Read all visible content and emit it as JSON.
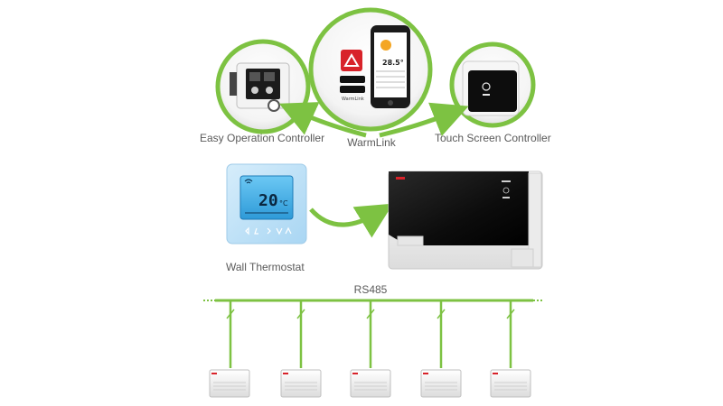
{
  "colors": {
    "green": "#7dc242",
    "green_dark": "#5ea82c",
    "lcd_blue": "#3fb1e8",
    "panel_black": "#111111",
    "brand_red": "#d8232a"
  },
  "labels": {
    "easy_controller": "Easy Operation Controller",
    "warmlink": "WarmLink",
    "touch_controller": "Touch Screen Controller",
    "wall_thermostat": "Wall Thermostat",
    "bus": "RS485"
  },
  "phone": {
    "temperature": "28.5°",
    "app_name": "WarmLink"
  },
  "thermostat": {
    "temperature": "20",
    "unit": "°C"
  },
  "icons": {
    "app_logo": "warmlink-logo-icon",
    "wifi": "wifi-icon"
  },
  "bus_units": [
    {
      "id": "unit-1"
    },
    {
      "id": "unit-2"
    },
    {
      "id": "unit-3"
    },
    {
      "id": "unit-4"
    },
    {
      "id": "unit-5"
    }
  ]
}
